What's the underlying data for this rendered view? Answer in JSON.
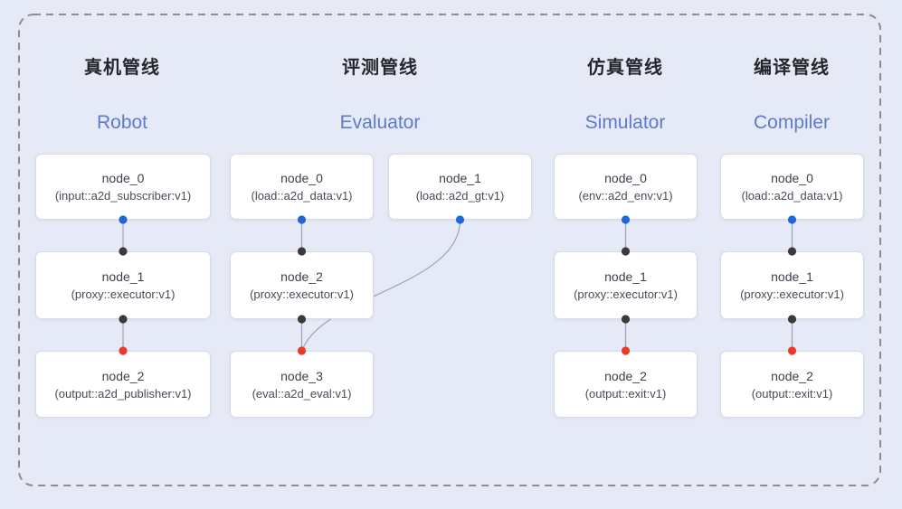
{
  "pipelines": [
    {
      "title_zh": "真机管线",
      "title_en": "Robot",
      "nodes": [
        {
          "name": "node_0",
          "type": "(input::a2d_subscriber:v1)"
        },
        {
          "name": "node_1",
          "type": "(proxy::executor:v1)"
        },
        {
          "name": "node_2",
          "type": "(output::a2d_publisher:v1)"
        }
      ]
    },
    {
      "title_zh": "评测管线",
      "title_en": "Evaluator",
      "nodes": [
        {
          "name": "node_0",
          "type": "(load::a2d_data:v1)"
        },
        {
          "name": "node_1",
          "type": "(load::a2d_gt:v1)"
        },
        {
          "name": "node_2",
          "type": "(proxy::executor:v1)"
        },
        {
          "name": "node_3",
          "type": "(eval::a2d_eval:v1)"
        }
      ]
    },
    {
      "title_zh": "仿真管线",
      "title_en": "Simulator",
      "nodes": [
        {
          "name": "node_0",
          "type": "(env::a2d_env:v1)"
        },
        {
          "name": "node_1",
          "type": "(proxy::executor:v1)"
        },
        {
          "name": "node_2",
          "type": "(output::exit:v1)"
        }
      ]
    },
    {
      "title_zh": "编译管线",
      "title_en": "Compiler",
      "nodes": [
        {
          "name": "node_0",
          "type": "(load::a2d_data:v1)"
        },
        {
          "name": "node_1",
          "type": "(proxy::executor:v1)"
        },
        {
          "name": "node_2",
          "type": "(output::exit:v1)"
        }
      ]
    }
  ],
  "edges": [
    {
      "pipeline": "Robot",
      "from": "node_0",
      "to": "node_1"
    },
    {
      "pipeline": "Robot",
      "from": "node_1",
      "to": "node_2"
    },
    {
      "pipeline": "Evaluator",
      "from": "node_0",
      "to": "node_2"
    },
    {
      "pipeline": "Evaluator",
      "from": "node_1",
      "to": "node_3"
    },
    {
      "pipeline": "Evaluator",
      "from": "node_2",
      "to": "node_3"
    },
    {
      "pipeline": "Simulator",
      "from": "node_0",
      "to": "node_1"
    },
    {
      "pipeline": "Simulator",
      "from": "node_1",
      "to": "node_2"
    },
    {
      "pipeline": "Compiler",
      "from": "node_0",
      "to": "node_1"
    },
    {
      "pipeline": "Compiler",
      "from": "node_1",
      "to": "node_2"
    }
  ],
  "colors": {
    "background": "#e6eaf6",
    "frame_border": "#8a8d93",
    "edge": "#9aa3b3",
    "port_blue": "#2066db",
    "port_black": "#3a3a3a",
    "port_red": "#ea3b28",
    "title_en": "#5b7ccc",
    "title_zh": "#25272c",
    "node_border": "#d6dbe6"
  }
}
